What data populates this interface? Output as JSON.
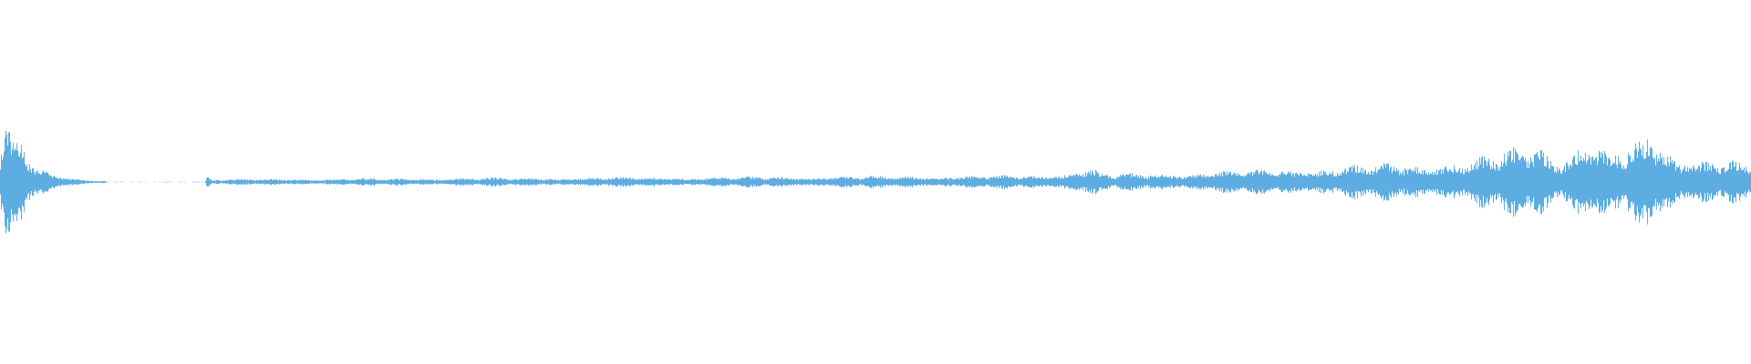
{
  "waveform": {
    "color": "#5DADE2",
    "background": "#FFFFFF",
    "envelope": [
      {
        "t": 0.0,
        "a": 0.2
      },
      {
        "t": 0.002,
        "a": 0.3
      },
      {
        "t": 0.004,
        "a": 0.33
      },
      {
        "t": 0.006,
        "a": 0.27
      },
      {
        "t": 0.01,
        "a": 0.22
      },
      {
        "t": 0.015,
        "a": 0.15
      },
      {
        "t": 0.022,
        "a": 0.09
      },
      {
        "t": 0.03,
        "a": 0.05
      },
      {
        "t": 0.04,
        "a": 0.025
      },
      {
        "t": 0.05,
        "a": 0.01
      },
      {
        "t": 0.06,
        "a": 0.006
      },
      {
        "t": 0.09,
        "a": 0.004
      },
      {
        "t": 0.117,
        "a": 0.003
      },
      {
        "t": 0.118,
        "a": 0.04
      },
      {
        "t": 0.121,
        "a": 0.012
      },
      {
        "t": 0.14,
        "a": 0.015
      },
      {
        "t": 0.2,
        "a": 0.018
      },
      {
        "t": 0.3,
        "a": 0.022
      },
      {
        "t": 0.4,
        "a": 0.025
      },
      {
        "t": 0.5,
        "a": 0.03
      },
      {
        "t": 0.6,
        "a": 0.035
      },
      {
        "t": 0.622,
        "a": 0.08
      },
      {
        "t": 0.63,
        "a": 0.04
      },
      {
        "t": 0.7,
        "a": 0.055
      },
      {
        "t": 0.76,
        "a": 0.075
      },
      {
        "t": 0.8,
        "a": 0.095
      },
      {
        "t": 0.84,
        "a": 0.11
      },
      {
        "t": 0.88,
        "a": 0.21
      },
      {
        "t": 0.89,
        "a": 0.12
      },
      {
        "t": 0.905,
        "a": 0.235
      },
      {
        "t": 0.92,
        "a": 0.13
      },
      {
        "t": 0.941,
        "a": 0.25
      },
      {
        "t": 0.96,
        "a": 0.14
      },
      {
        "t": 0.98,
        "a": 0.11
      },
      {
        "t": 1.0,
        "a": 0.09
      }
    ]
  }
}
